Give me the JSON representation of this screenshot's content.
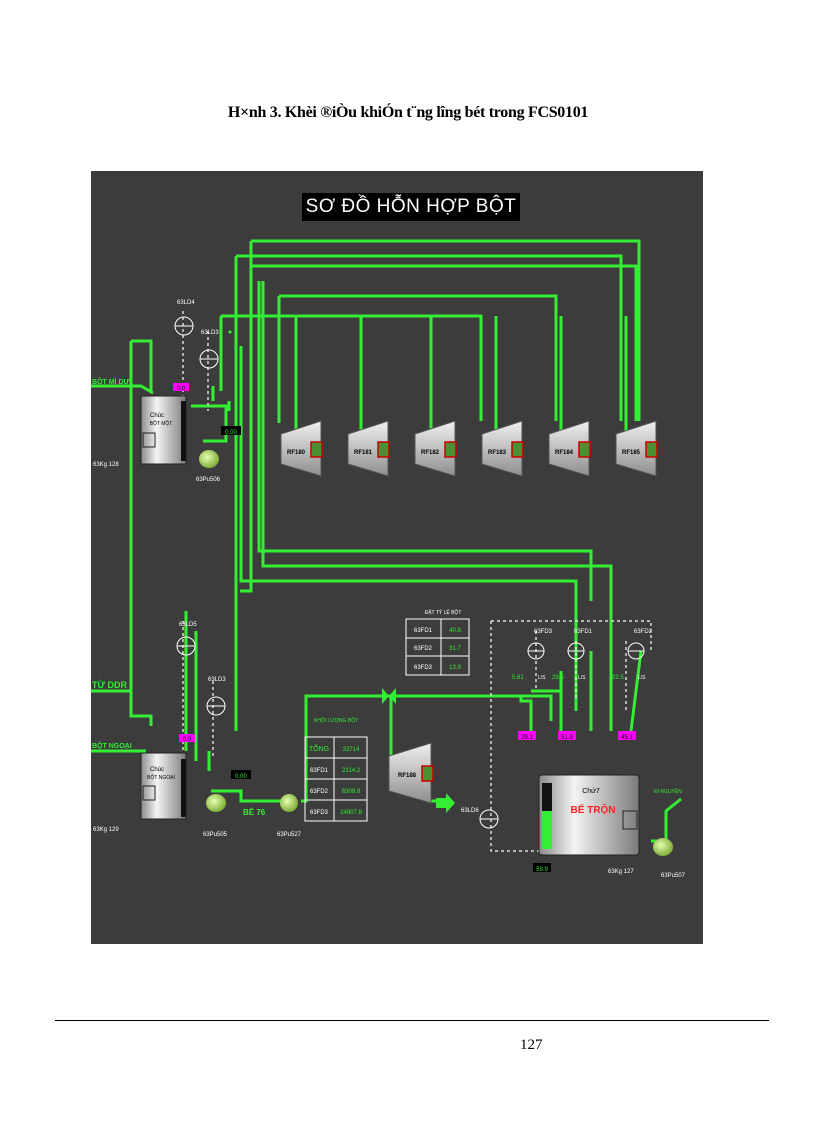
{
  "caption": "H×nh 3. Khèi ®iÒu khiÓn t¨ng lîng  bét trong FCS0101",
  "page_number": "127",
  "diagram": {
    "title": "SƠ ĐỒ HỖN HỢP BỘT",
    "inlet_labels": {
      "top": "BỘT MÌ DỰ",
      "middle": "TỪ DDR",
      "bottom": "BỘT NGOẠI"
    },
    "tanks": {
      "upper": {
        "name_line1": "Chúc",
        "name_line2": "BỘT MỘT",
        "weight_tag": "63Kg 128",
        "pump_tag": "63Pu506",
        "flow_tag_a": "63LD4",
        "flow_tag_b": "63LD3",
        "level_display": "0.0",
        "pct_display": "0.00"
      },
      "lower": {
        "name_line1": "Chúc",
        "name_line2": "BỘT NGOẠI",
        "weight_tag": "63Kg 129",
        "pump_tag": "63Pu505",
        "flow_tag_a": "63LD5",
        "flow_tag_b": "63LD3",
        "level_display": "0.0",
        "pct_display": "0.00"
      }
    },
    "filters_top": [
      "RF180",
      "RF181",
      "RF182",
      "RF183",
      "RF184",
      "RF185"
    ],
    "filter_mid": "RF188",
    "be_label": "BỂ 76",
    "pump_mid": "63Pu527",
    "ratio_table": {
      "title": "ĐẶT TỶ LỆ BỘT",
      "rows": [
        {
          "tag": "63FD1",
          "value": "40.8"
        },
        {
          "tag": "63FD2",
          "value": "31.7"
        },
        {
          "tag": "63FD3",
          "value": "13.9"
        }
      ]
    },
    "mass_table": {
      "title": "KHỐI LƯỢNG BỘT",
      "rows": [
        {
          "tag": "TỔNG",
          "value": "33714"
        },
        {
          "tag": "63FD1",
          "value": "2314.2"
        },
        {
          "tag": "63FD2",
          "value": "6309.8"
        },
        {
          "tag": "63FD3",
          "value": "24907.8"
        }
      ]
    },
    "flow_meters": [
      {
        "tag": "63FD3",
        "rate": "5.61",
        "unit": "L/S",
        "pct": "29.1"
      },
      {
        "tag": "63FD1",
        "rate": "29.5",
        "unit": "L/S",
        "pct": "51.9"
      },
      {
        "tag": "63FD2",
        "rate": "22.5",
        "unit": "L/S",
        "pct": "45.1"
      }
    ],
    "mixer": {
      "name_line1": "Chứ7",
      "name_line2": "BỂ TRỘN",
      "weight_tag": "63Kg 127",
      "level_pct": "59.9",
      "pump_tag": "63Pu507",
      "outlet_label": "ĐI NGUYÊN"
    },
    "mid_tag": "63LD6",
    "colors": {
      "pipe": "#33ee33",
      "background": "#3c3c3c",
      "value_green": "#33ee33",
      "pct_bg": "#ff00ff",
      "red_text": "#ff2020"
    }
  }
}
